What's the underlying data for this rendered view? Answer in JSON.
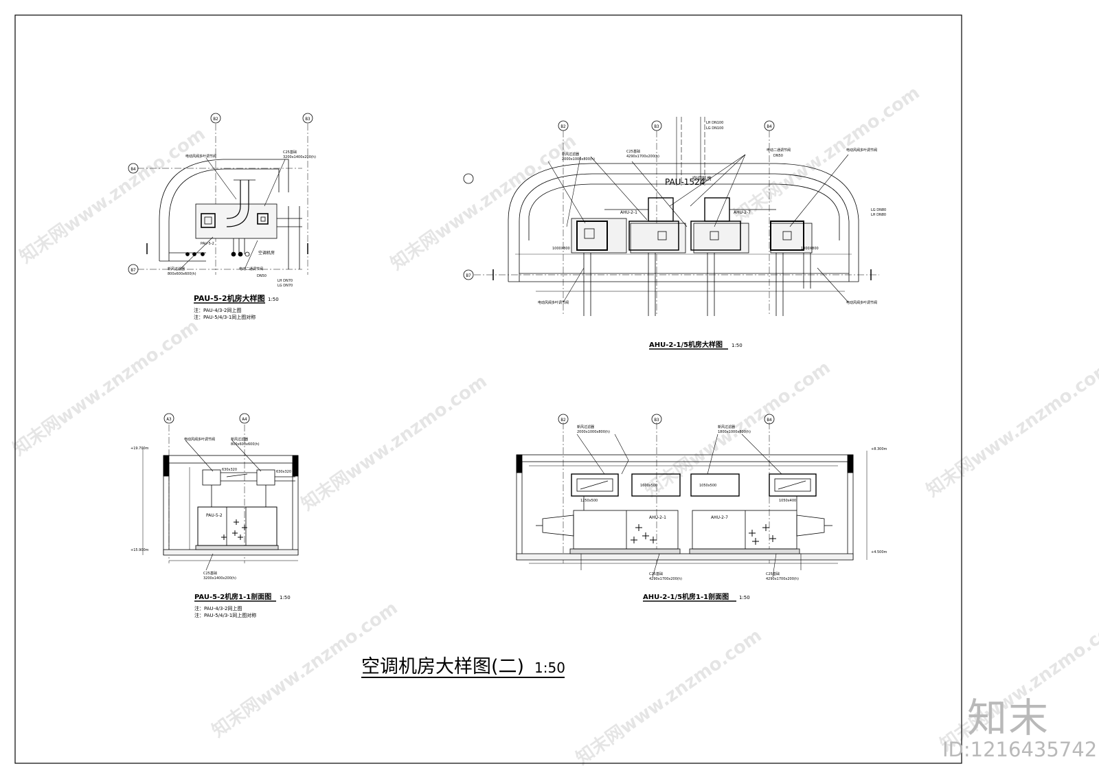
{
  "sheet": {
    "main_title": "空调机房大样图(二)",
    "main_scale": "1:50"
  },
  "views": {
    "pau_plan": {
      "title": "PAU-5-2机房大样图",
      "scale": "1:50",
      "notes": [
        "注：PAU-4/3-2同上图",
        "注：PAU-5/4/3-1同上图对称"
      ],
      "axes": [
        "B2",
        "B3",
        "B4",
        "B7"
      ],
      "unit_label": "PAU-5-2",
      "room_label": "空调机房",
      "labels": [
        "电动风阀多叶调节阀",
        "C25基础",
        "3200x1400x200(h)",
        "新风过滤器",
        "800x600x600(h)",
        "电动二通调节阀",
        "DN50"
      ],
      "pipe_tags": [
        "LH DN70",
        "LG DN70"
      ]
    },
    "ahu_plan": {
      "title": "AHU-2-1/5机房大样图",
      "scale": "1:50",
      "axes": [
        "B2",
        "B3",
        "B4",
        "B7"
      ],
      "units": [
        "AHU-2-1",
        "AHU-2-7"
      ],
      "room_label": "空调机房",
      "room_code": "PAU-1524",
      "labels": [
        "新风过滤器",
        "2000x1000x800(h)",
        "C25基础",
        "4290x1700x200(h)",
        "电动二通调节阀",
        "DN50",
        "电动风阀多叶调节阀"
      ],
      "duct_sizes": [
        "1000X800",
        "1000X800"
      ],
      "pipe_tags": [
        "LH DN100",
        "LG DN100",
        "LG DN80",
        "LH DN80"
      ]
    },
    "pau_section": {
      "title": "PAU-5-2机房1-1剖面图",
      "scale": "1:50",
      "notes": [
        "注：PAU-4/3-2同上图",
        "注：PAU-5/4/3-1同上图对称"
      ],
      "axes": [
        "A3",
        "A4"
      ],
      "unit_label": "PAU-5-2",
      "levels": [
        "+19.700m",
        "+15.900m"
      ],
      "labels": [
        "电动风阀多叶调节阀",
        "新风过滤器",
        "800x600x600(h)",
        "C25基础",
        "3200x1400x200(h)"
      ],
      "duct_sizes": [
        "630x320",
        "630x320"
      ]
    },
    "ahu_section": {
      "title": "AHU-2-1/5机房1-1剖面图",
      "scale": "1:50",
      "axes": [
        "B2",
        "B3",
        "B4"
      ],
      "units": [
        "AHU-2-1",
        "AHU-2-7"
      ],
      "levels": [
        "+8.300m",
        "+4.500m"
      ],
      "labels": [
        "新风过滤器",
        "2000x1000x800(h)",
        "1800x1000x800(h)",
        "C25基础",
        "4290x1700x200(h)"
      ],
      "duct_sizes": [
        "1250x500",
        "1600x500",
        "1050x500",
        "1050x400"
      ]
    }
  },
  "branding": {
    "logo": "知末",
    "id": "ID:1216435742"
  },
  "watermark": {
    "text": "知末网www.znzmo.com"
  }
}
